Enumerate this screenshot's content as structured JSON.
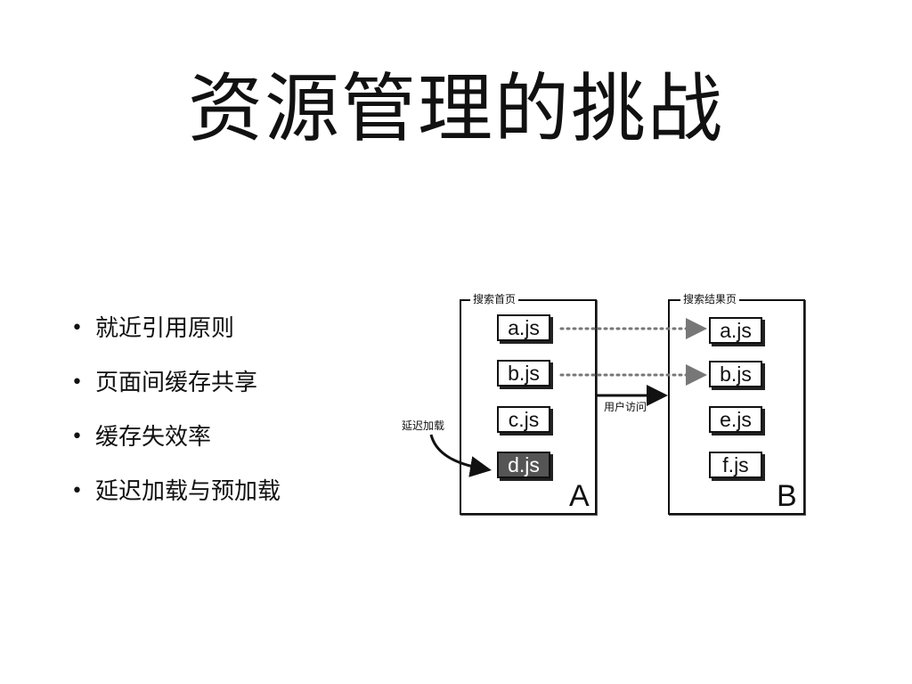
{
  "slide": {
    "title": "资源管理的挑战",
    "bullets": [
      "就近引用原则",
      "页面间缓存共享",
      "缓存失效率",
      "延迟加载与预加载"
    ],
    "bullet_symbol": "•"
  },
  "diagram": {
    "panel_a": {
      "label": "搜索首页",
      "letter": "A",
      "files": [
        "a.js",
        "b.js",
        "c.js",
        "d.js"
      ],
      "highlighted_file": "d.js"
    },
    "panel_b": {
      "label": "搜索结果页",
      "letter": "B",
      "files": [
        "a.js",
        "b.js",
        "e.js",
        "f.js"
      ]
    },
    "navigation_label": "用户访问",
    "lazy_load_label": "延迟加载",
    "shared_files": [
      "a.js",
      "b.js"
    ]
  }
}
